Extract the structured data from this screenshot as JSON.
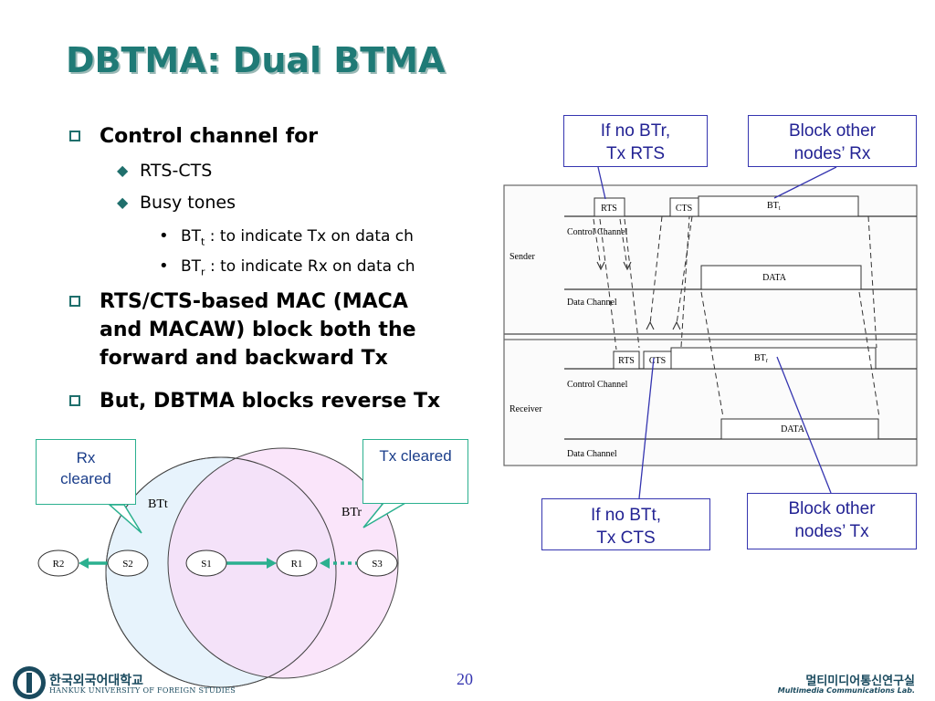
{
  "title": "DBTMA: Dual BTMA",
  "bullets": {
    "b1": "Control channel for",
    "b1_1": "RTS-CTS",
    "b1_2": "Busy tones",
    "b1_2_1_main": "BT",
    "b1_2_1_sub": "t",
    "b1_2_1_rest": " : to indicate Tx on data ch",
    "b1_2_2_main": "BT",
    "b1_2_2_sub": "r",
    "b1_2_2_rest": " : to indicate Rx on data ch",
    "b2_line1": "RTS/CTS-based MAC (MACA",
    "b2_line2": "and MACAW) block both the",
    "b2_line3": "forward and backward Tx",
    "b3": "But, DBTMA blocks reverse Tx"
  },
  "callouts": {
    "top_left_l1": "If no BTr,",
    "top_left_l2": "Tx RTS",
    "top_right_l1": "Block other",
    "top_right_l2": "nodes’ Rx",
    "bottom_left_l1": "If no BTt,",
    "bottom_left_l2": "Tx CTS",
    "bottom_right_l1": "Block other",
    "bottom_right_l2": "nodes’ Tx"
  },
  "timing": {
    "sender": "Sender",
    "receiver": "Receiver",
    "control_channel": "Control Channel",
    "data_channel": "Data Channel",
    "rts": "RTS",
    "cts": "CTS",
    "bt": "BT",
    "bt_t_sub": "t",
    "bt_r_sub": "r",
    "data": "DATA"
  },
  "topology": {
    "rx_cleared_l1": "Rx",
    "rx_cleared_l2": "cleared",
    "tx_cleared": "Tx cleared",
    "btt": "BTt",
    "btr": "BTr",
    "nodes": [
      "R2",
      "S2",
      "S1",
      "R1",
      "S3"
    ]
  },
  "footer": {
    "page_number": "20",
    "left_korean": "한국외국어대학교",
    "left_english": "HANKUK UNIVERSITY OF FOREIGN STUDIES",
    "right_korean": "멀티미디어통신연구실",
    "right_english": "Multimedia Communications Lab."
  },
  "colors": {
    "title": "#1f7a76",
    "callout_border": "#3535b0",
    "callout_text": "#232394",
    "topology_accent": "#2bb08f",
    "btt_fill": "#e3f1fb",
    "btr_fill": "#f8dcf8"
  }
}
